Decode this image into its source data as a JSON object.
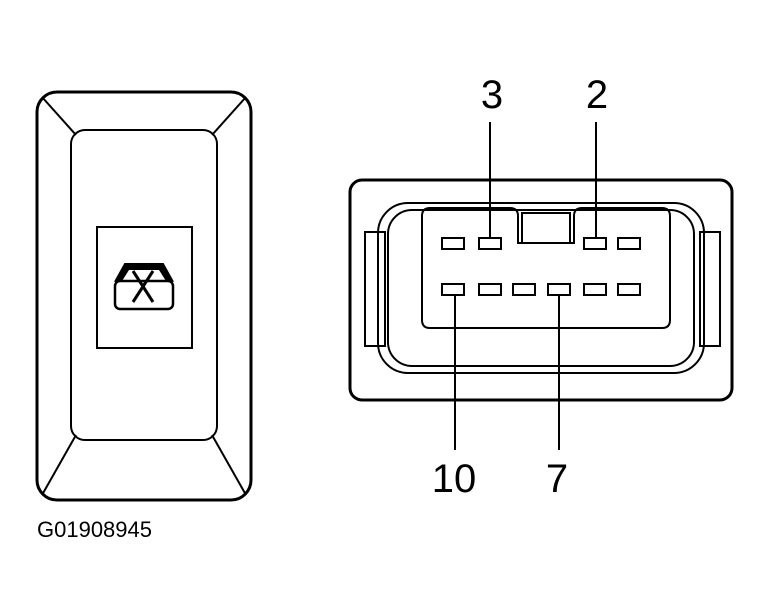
{
  "pin_labels": {
    "pin_3": "3",
    "pin_2": "2",
    "pin_10": "10",
    "pin_7": "7"
  },
  "figure_id": "G01908945",
  "icons": {
    "switch_symbol": "window-lock-icon"
  }
}
